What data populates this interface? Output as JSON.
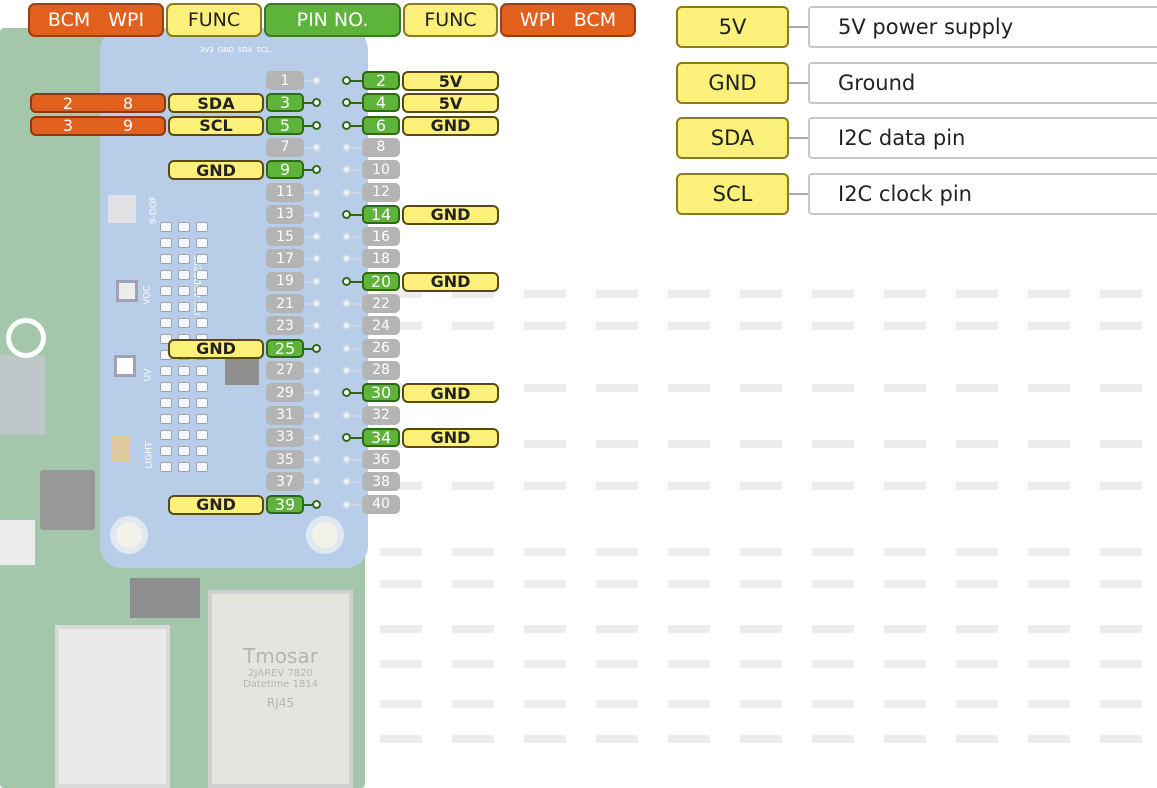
{
  "header": {
    "left_bcm": "BCM",
    "left_wpi": "WPI",
    "left_func": "FUNC",
    "pin_no": "PIN NO.",
    "right_func": "FUNC",
    "right_wpi": "WPI",
    "right_bcm": "BCM"
  },
  "pins_odd": [
    "1",
    "3",
    "5",
    "7",
    "9",
    "11",
    "13",
    "15",
    "17",
    "19",
    "21",
    "23",
    "25",
    "27",
    "29",
    "31",
    "33",
    "35",
    "37",
    "39"
  ],
  "pins_even": [
    "2",
    "4",
    "6",
    "8",
    "10",
    "12",
    "14",
    "16",
    "18",
    "20",
    "22",
    "24",
    "26",
    "28",
    "30",
    "32",
    "34",
    "36",
    "38",
    "40"
  ],
  "active_odd": [
    "3",
    "5",
    "9",
    "25",
    "39"
  ],
  "active_even": [
    "2",
    "4",
    "6",
    "14",
    "20",
    "30",
    "34"
  ],
  "left_func": {
    "3": "SDA",
    "5": "SCL",
    "9": "GND",
    "25": "GND",
    "39": "GND"
  },
  "left_wpi_bcm": {
    "3": {
      "bcm": "2",
      "wpi": "8"
    },
    "5": {
      "bcm": "3",
      "wpi": "9"
    }
  },
  "right_func": {
    "2": "5V",
    "4": "5V",
    "6": "GND",
    "14": "GND",
    "20": "GND",
    "30": "GND",
    "34": "GND"
  },
  "legend": [
    {
      "key": "5V",
      "desc": "5V power supply"
    },
    {
      "key": "GND",
      "desc": "Ground"
    },
    {
      "key": "SDA",
      "desc": "I2C data pin"
    },
    {
      "key": "SCL",
      "desc": "I2C clock pin"
    }
  ],
  "board_silk": {
    "sensors": [
      "VOC",
      "UV",
      "LIGHT"
    ],
    "i2c_address": "I2C ADDRESS",
    "side_pin_labels": [
      "3V3",
      "GND",
      "SDA",
      "SCL"
    ],
    "board_name": "9-DOF",
    "ethernet_text": [
      "Tmosar",
      "2JAREV 7820",
      "Datetime 1814"
    ],
    "ethernet_brand": "RJ45"
  },
  "colors": {
    "orange": "#e2601e",
    "yellow": "#fbf07a",
    "green": "#5eb33a",
    "hat_blue": "#7fa6d6",
    "pcb_green": "#5b9a6a",
    "pin_gray": "#b4b4b4"
  }
}
